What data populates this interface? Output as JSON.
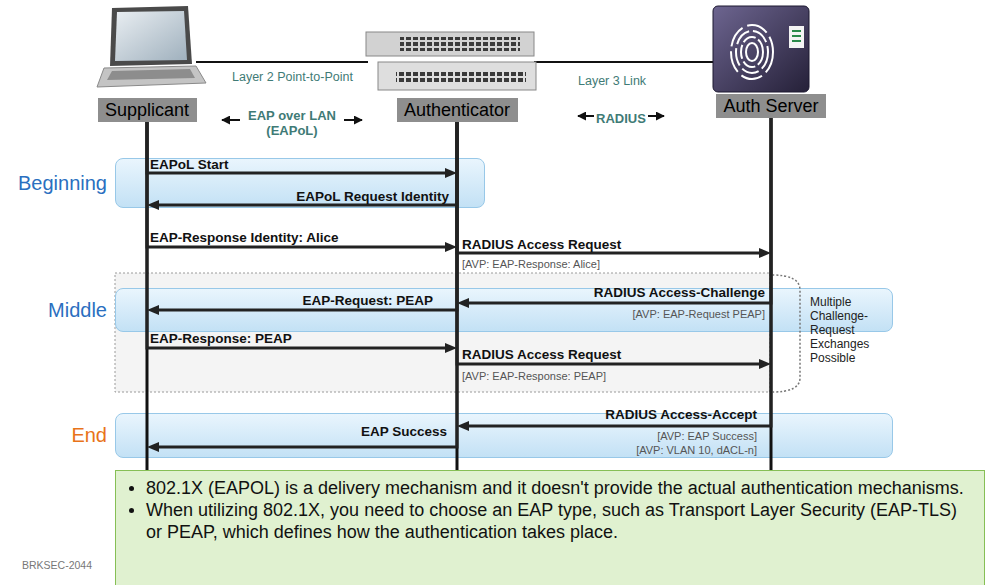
{
  "diagram": {
    "nodes": [
      {
        "text": [
          "Supplicant"
        ]
      },
      {
        "text": [
          "Authenticator"
        ]
      },
      {
        "text": [
          "Auth Server"
        ]
      },
      {
        "text": [
          "Beginning"
        ]
      },
      {
        "text": [
          "Middle"
        ]
      },
      {
        "text": [
          "End"
        ]
      },
      {
        "text": [
          "802.1X (EAPOL) is a delivery mechanism and it doesn't provide the actual authentication mechanisms.",
          "When utilizing 802.1X, you need to choose an EAP type, such as Transport Layer Security (EAP-TLS) or PEAP, which defines how the authentication takes place."
        ]
      }
    ],
    "edges": [
      {
        "from": 0,
        "to": 1,
        "arrow": "to",
        "label": "EAPoL Start"
      },
      {
        "from": 1,
        "to": 0,
        "arrow": "to",
        "label": "EAPoL Request Identity"
      },
      {
        "from": 0,
        "to": 1,
        "arrow": "to",
        "label": "EAP-Response Identity: Alice"
      },
      {
        "from": 1,
        "to": 2,
        "arrow": "to",
        "label": "RADIUS Access Request"
      },
      {
        "from": 2,
        "to": 1,
        "arrow": "to",
        "label": "RADIUS Access-Challenge"
      },
      {
        "from": 1,
        "to": 0,
        "arrow": "to",
        "label": "EAP-Request: PEAP"
      },
      {
        "from": 0,
        "to": 1,
        "arrow": "to",
        "label": "EAP-Response: PEAP"
      },
      {
        "from": 1,
        "to": 2,
        "arrow": "to",
        "label": "RADIUS Access Request"
      },
      {
        "from": 2,
        "to": 1,
        "arrow": "to",
        "label": "RADIUS Access-Accept"
      },
      {
        "from": 1,
        "to": 0,
        "arrow": "to",
        "label": "EAP Success"
      }
    ],
    "labels": [
      "Layer 2 Point-to-Point",
      "EAP over LAN (EAPoL)",
      "Layer 3 Link",
      "RADIUS",
      "[AVP: EAP-Response: Alice]",
      "[AVP: EAP-Request PEAP]",
      "[AVP: EAP-Response: PEAP]",
      "[AVP: EAP Success]",
      "[AVP: VLAN 10, dACL-n]",
      "Multiple Challenge-Request Exchanges Possible",
      "BRKSEC-2044"
    ]
  }
}
